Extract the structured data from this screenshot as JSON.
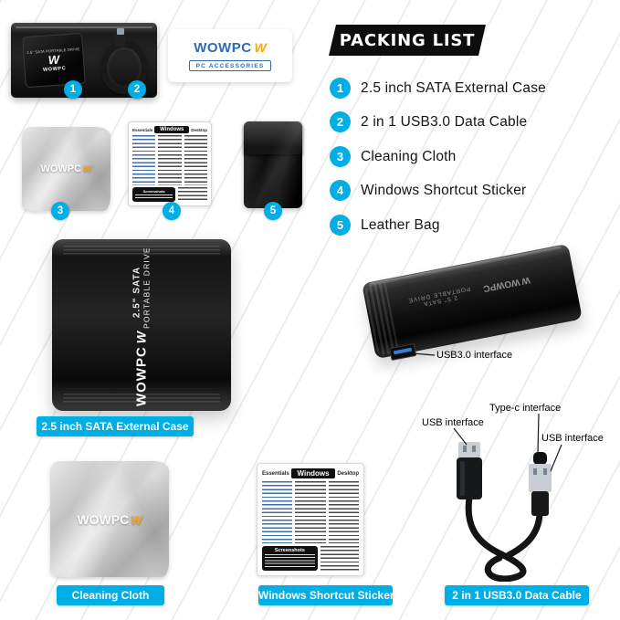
{
  "colors": {
    "accent": "#00aee6",
    "banner_bg": "#0d0d0d",
    "logo_blue": "#2b6bb3",
    "logo_orange": "#f6a21c"
  },
  "banner": {
    "title": "PACKING LIST"
  },
  "packing_list": [
    {
      "num": "1",
      "label": "2.5 inch SATA External Case"
    },
    {
      "num": "2",
      "label": "2 in 1 USB3.0 Data Cable"
    },
    {
      "num": "3",
      "label": "Cleaning Cloth"
    },
    {
      "num": "4",
      "label": "Windows Shortcut Sticker"
    },
    {
      "num": "5",
      "label": "Leather Bag"
    }
  ],
  "brand": {
    "name": "WOWPC",
    "mark": "W",
    "tagline": "PC ACCESSORIES"
  },
  "product": {
    "line1": "2.5\" SATA",
    "line2": "PORTABLE DRIVE"
  },
  "sticker": {
    "left": "Essentials",
    "center": "Windows",
    "right": "Desktop",
    "section": "Screenshots"
  },
  "annotations": {
    "usb3": "USB3.0 interface",
    "typec": "Type-c interface",
    "usb_left": "USB interface",
    "usb_right": "USB interface"
  },
  "captions": {
    "case": "2.5 inch SATA External Case",
    "cloth": "Cleaning Cloth",
    "sticker": "Windows Shortcut Sticker",
    "cable": "2 in 1 USB3.0 Data Cable"
  }
}
